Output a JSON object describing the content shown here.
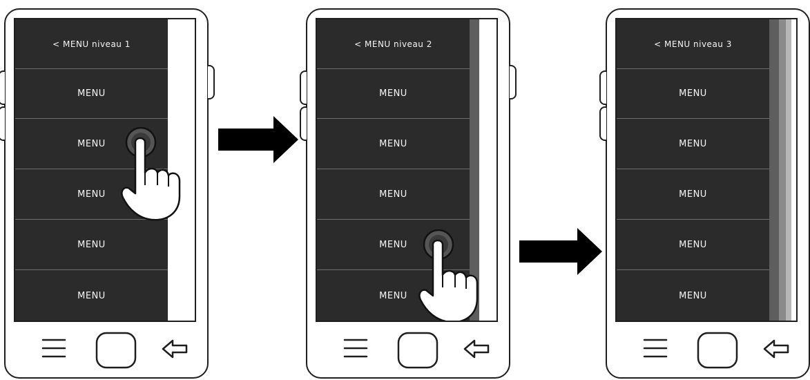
{
  "phones": [
    {
      "header": "< MENU niveau 1",
      "items": [
        "MENU",
        "MENU",
        "MENU",
        "MENU",
        "MENU"
      ]
    },
    {
      "header": "< MENU niveau 2",
      "items": [
        "MENU",
        "MENU",
        "MENU",
        "MENU",
        "MENU"
      ]
    },
    {
      "header": "< MENU niveau 3",
      "items": [
        "MENU",
        "MENU",
        "MENU",
        "MENU",
        "MENU"
      ]
    }
  ],
  "icons": {
    "menu": "hamburger-menu-icon",
    "home": "home-square-icon",
    "back": "back-arrow-icon",
    "tap": "tapping-hand-icon",
    "transition": "right-arrow-icon"
  },
  "colors": {
    "menu_bg": "#2b2b2b",
    "menu_text": "#f5f5f5",
    "level_strip_dark": "#5e5e5e",
    "level_strip_mid": "#8a8a8a",
    "level_strip_light": "#b5b5b5",
    "outline": "#1e1e1e"
  }
}
